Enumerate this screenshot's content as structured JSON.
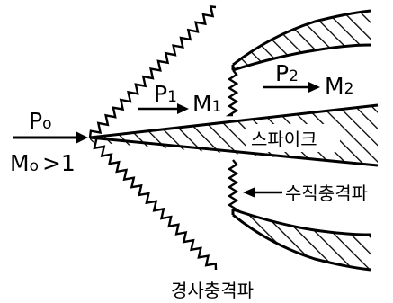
{
  "labels": {
    "upstream_pressure_main": "P",
    "upstream_pressure_sub": "o",
    "upstream_mach_main": "M",
    "upstream_mach_sub": "o",
    "upstream_mach_condition": ">1",
    "region1_pressure_main": "P",
    "region1_pressure_sub": "1",
    "region1_mach_main": "M",
    "region1_mach_sub": "1",
    "region2_pressure_main": "P",
    "region2_pressure_sub": "2",
    "region2_mach_main": "M",
    "region2_mach_sub": "2",
    "spike": "스파이크",
    "normal_shock": "수직충격파",
    "oblique_shock": "경사충격파"
  },
  "colors": {
    "ink": "#000000",
    "background": "#ffffff"
  }
}
